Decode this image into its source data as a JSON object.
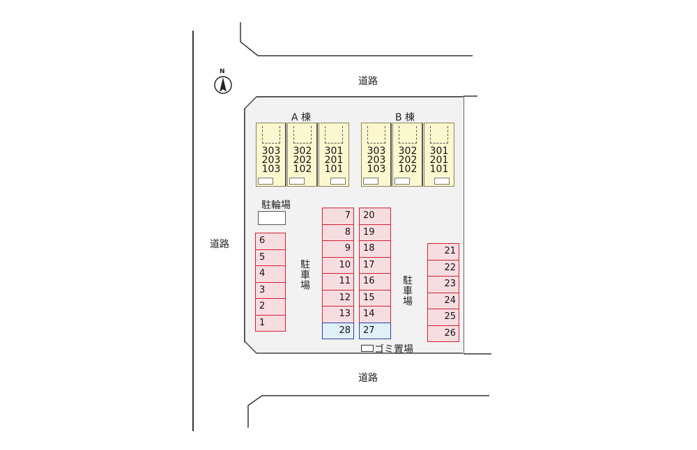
{
  "roads": {
    "top": "道路",
    "left": "道路",
    "bottom": "道路"
  },
  "compass": {
    "label": "N"
  },
  "buildings": [
    {
      "title": "A 棟",
      "units": [
        {
          "nums": [
            "303",
            "203",
            "103"
          ]
        },
        {
          "nums": [
            "302",
            "202",
            "102"
          ]
        },
        {
          "nums": [
            "301",
            "201",
            "101"
          ]
        }
      ]
    },
    {
      "title": "B 棟",
      "units": [
        {
          "nums": [
            "303",
            "203",
            "103"
          ]
        },
        {
          "nums": [
            "302",
            "202",
            "102"
          ]
        },
        {
          "nums": [
            "301",
            "201",
            "101"
          ]
        }
      ]
    }
  ],
  "bicycle_parking": "駐輪場",
  "parking_label": "駐車場",
  "garbage_label": "ゴミ置場",
  "spaces": {
    "left_col": [
      "6",
      "5",
      "4",
      "3",
      "2",
      "1"
    ],
    "mid_left": [
      "7",
      "8",
      "9",
      "10",
      "11",
      "12",
      "13",
      "28"
    ],
    "mid_right": [
      "20",
      "19",
      "18",
      "17",
      "16",
      "15",
      "14",
      "27"
    ],
    "right_col": [
      "21",
      "22",
      "23",
      "24",
      "25",
      "26"
    ]
  },
  "colors": {
    "space_fill": "#f8dde0",
    "space_border": "#d02030",
    "special_fill": "#dff0f7",
    "special_border": "#2a3fa8",
    "building_fill": "#fbf7cf"
  }
}
